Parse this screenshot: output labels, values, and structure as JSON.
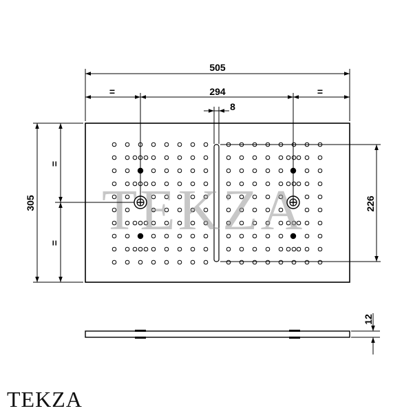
{
  "dimensions": {
    "overall_width": "505",
    "equal_left": "=",
    "spacing": "294",
    "equal_right": "=",
    "slot_width": "8",
    "overall_height": "305",
    "equal_top": "=",
    "equal_bottom": "=",
    "inner_height": "226",
    "thickness": "12"
  },
  "watermark": "TEKZA",
  "brand": "TEKZA"
}
